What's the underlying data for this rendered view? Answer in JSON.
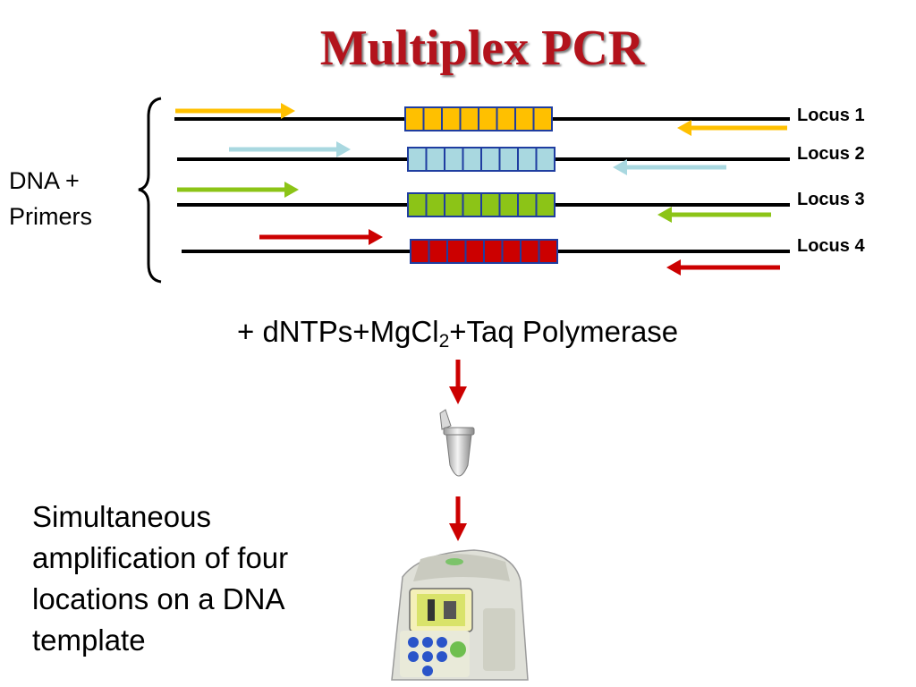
{
  "title": "Multiplex PCR",
  "side_label": {
    "line1": "DNA +",
    "line2": "Primers"
  },
  "loci": [
    {
      "label": "Locus 1",
      "color": "#ffc000",
      "stroke": "#1f3da0"
    },
    {
      "label": "Locus 2",
      "color": "#a9d8e0",
      "stroke": "#1f3da0"
    },
    {
      "label": "Locus 3",
      "color": "#8cc417",
      "stroke": "#1f3da0"
    },
    {
      "label": "Locus 4",
      "color": "#cc0000",
      "stroke": "#1f3da0"
    }
  ],
  "reagents": {
    "prefix": "+ dNTPs+MgCl",
    "subscript": "2",
    "suffix": "+Taq Polymerase"
  },
  "summary": {
    "line1": "Simultaneous",
    "line2": "amplification of four",
    "line3": "locations on a DNA",
    "line4": "template"
  },
  "colors": {
    "title": "#b3131c",
    "arrow": "#cc0000"
  }
}
